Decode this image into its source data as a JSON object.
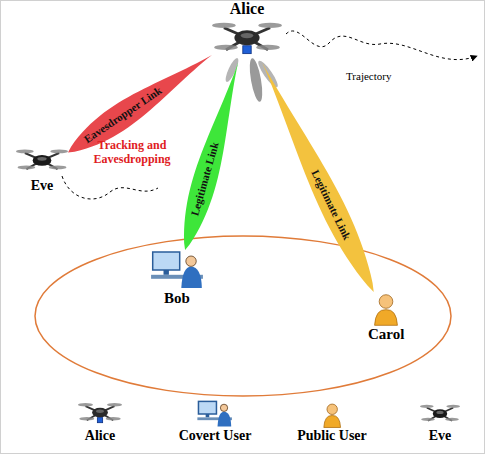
{
  "diagram": {
    "nodes": [
      {
        "text": [
          "Alice"
        ]
      },
      {
        "text": [
          "Eve"
        ]
      },
      {
        "text": [
          "Bob"
        ]
      },
      {
        "text": [
          "Carol"
        ]
      }
    ],
    "edges": [
      {
        "from": 0,
        "to": 1,
        "arrow": "none",
        "label": "Eavesdropper Link"
      },
      {
        "from": 0,
        "to": 2,
        "arrow": "none",
        "label": "Legitimate Link"
      },
      {
        "from": 0,
        "to": 3,
        "arrow": "none",
        "label": "Legitimate Link"
      }
    ],
    "labels": [
      "Trajectory",
      "Tracking and Eavesdropping"
    ],
    "legend": [
      {
        "text": "Alice"
      },
      {
        "text": "Covert User"
      },
      {
        "text": "Public User"
      },
      {
        "text": "Eve"
      }
    ]
  }
}
